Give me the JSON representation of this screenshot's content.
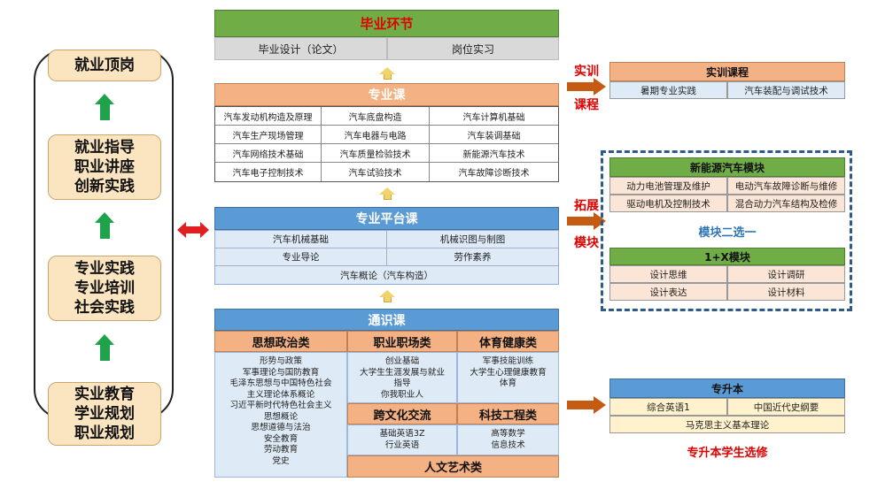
{
  "left_column": {
    "stages": [
      {
        "lines": [
          "就业顶岗"
        ]
      },
      {
        "lines": [
          "就业指导",
          "职业讲座",
          "创新实践"
        ]
      },
      {
        "lines": [
          "专业实践",
          "专业培训",
          "社会实践"
        ]
      },
      {
        "lines": [
          "实业教育",
          "学业规划",
          "职业规划"
        ]
      }
    ]
  },
  "graduation": {
    "title": "毕业环节",
    "items": [
      "毕业设计（论文）",
      "岗位实习"
    ]
  },
  "major_courses": {
    "title": "专业课",
    "rows": [
      [
        "汽车发动机构造及原理",
        "汽车底盘构造",
        "汽车计算机基础"
      ],
      [
        "汽车生产现场管理",
        "汽车电器与电路",
        "汽车装调基础"
      ],
      [
        "汽车网络技术基础",
        "汽车质量检验技术",
        "新能源汽车技术"
      ],
      [
        "汽车电子控制技术",
        "汽车试验技术",
        "汽车故障诊断技术"
      ]
    ]
  },
  "platform_courses": {
    "title": "专业平台课",
    "rows": [
      [
        "汽车机械基础",
        "机械识图与制图"
      ],
      [
        "专业导论",
        "劳作素养"
      ]
    ],
    "last_row": "汽车概论（汽车构造）"
  },
  "general_courses": {
    "title": "通识课",
    "groups": {
      "politics": {
        "title": "思想政治类",
        "items": [
          "形势与政策",
          "军事理论与国防教育",
          "毛泽东思想与中国特色社会",
          "主义理论体系概论",
          "习近平新时代特色社会主义",
          "思想概论",
          "思想道德与法治",
          "安全教育",
          "劳动教育",
          "党史"
        ]
      },
      "career": {
        "title": "职业职场类",
        "items": [
          "创业基础",
          "大学生生涯发展与就业",
          "指导",
          "你我职业人"
        ]
      },
      "sports": {
        "title": "体育健康类",
        "items": [
          "军事技能训练",
          "大学生心理健康教育",
          "体育"
        ]
      },
      "culture": {
        "title": "跨文化交流",
        "items": [
          "基础英语3Z",
          "行业英语"
        ]
      },
      "tech": {
        "title": "科技工程类",
        "items": [
          "高等数学",
          "信息技术"
        ]
      },
      "arts": {
        "title": "人文艺术类"
      }
    }
  },
  "labels": {
    "training": [
      "实训",
      "课程"
    ],
    "expand": [
      "拓展",
      "模块"
    ],
    "module_choice": "模块二选一",
    "upgrade_note": "专升本学生选修"
  },
  "training_courses": {
    "title": "实训课程",
    "items": [
      "暑期专业实践",
      "汽车装配与调试技术"
    ]
  },
  "nev_module": {
    "title": "新能源汽车模块",
    "rows": [
      [
        "动力电池管理及维护",
        "电动汽车故障诊断与维修"
      ],
      [
        "驱动电机及控制技术",
        "混合动力汽车结构及检修"
      ]
    ]
  },
  "x_module": {
    "title": "1+X模块",
    "rows": [
      [
        "设计思维",
        "设计调研"
      ],
      [
        "设计表达",
        "设计材料"
      ]
    ]
  },
  "upgrade": {
    "title": "专升本",
    "items": [
      "综合英语1",
      "中国近代史纲要"
    ],
    "last": "马克思主义基本理论"
  },
  "colors": {
    "green_header": "#70ad47",
    "orange_header": "#f4b183",
    "blue_header": "#5b9bd5",
    "light_blue": "#deebf7",
    "light_orange": "#fbe5d6",
    "light_green": "#e2f0d9",
    "red_label": "#e00000",
    "arrow_green": "#1ea34a",
    "arrow_brown": "#c55a11"
  }
}
